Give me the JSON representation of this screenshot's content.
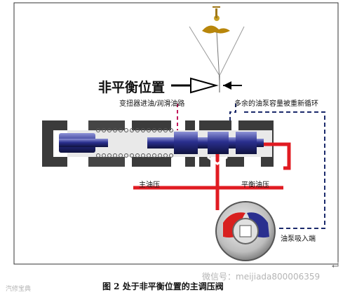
{
  "diagram": {
    "title": "非平衡位置",
    "labels": {
      "converter_oil": "变扭器进油/润滑油路",
      "surplus_oil": "多余的油泵容量被重新循环",
      "main_pressure": "主油压",
      "balance_pressure": "平衡油压",
      "pump_inlet": "油泵吸入端"
    },
    "caption": "图 2  处于非平衡位置的主调压阀",
    "watermark_right": "微信号：meijiada800006359",
    "watermark_left": "汽修宝典",
    "colors": {
      "main_oil": "#e11b22",
      "dashed_lines": "#1b2a6b",
      "converter_line": "#c2185b",
      "spool": "#2a2f8f",
      "body": "#3b3b3b",
      "pump_outer": "#6d6d6d"
    },
    "icons": [
      "balance-scale-icon",
      "pointer-arrow-icon",
      "return-mark-icon"
    ]
  }
}
